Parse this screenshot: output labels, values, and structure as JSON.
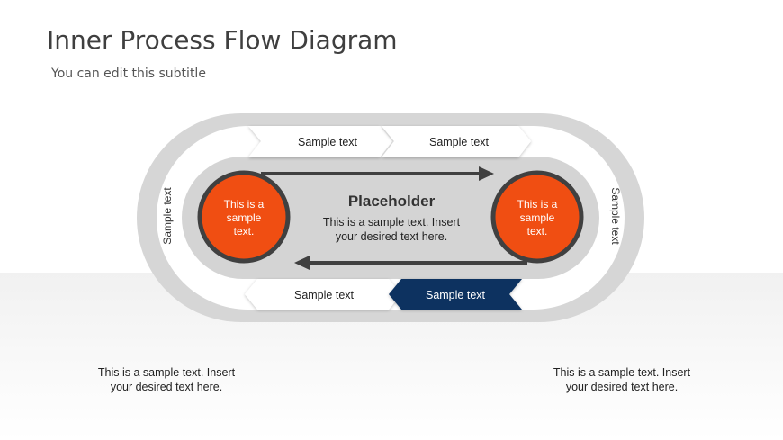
{
  "slide": {
    "title": "Inner Process Flow Diagram",
    "subtitle": "You can edit this subtitle"
  },
  "diagram": {
    "top_labels": [
      "Sample text",
      "Sample text"
    ],
    "bottom_labels": [
      "Sample text",
      "Sample text"
    ],
    "left_side_label": "Sample text",
    "right_side_label": "Sample text",
    "center": {
      "heading": "Placeholder",
      "body_line1": "This is a sample text. Insert",
      "body_line2": "your desired text here."
    },
    "left_circle": [
      "This is a",
      "sample",
      "text."
    ],
    "right_circle": [
      "This is a",
      "sample",
      "text."
    ]
  },
  "footer": {
    "left": [
      "This is a sample text. Insert",
      "your desired text here."
    ],
    "right": [
      "This is a sample text. Insert",
      "your desired text here."
    ]
  },
  "colors": {
    "track": "#d6d6d6",
    "inner": "#d4d4d4",
    "circle": "#f04e12",
    "circle_ring": "#404040",
    "arrow": "#404040",
    "highlight": "#0d3360"
  }
}
